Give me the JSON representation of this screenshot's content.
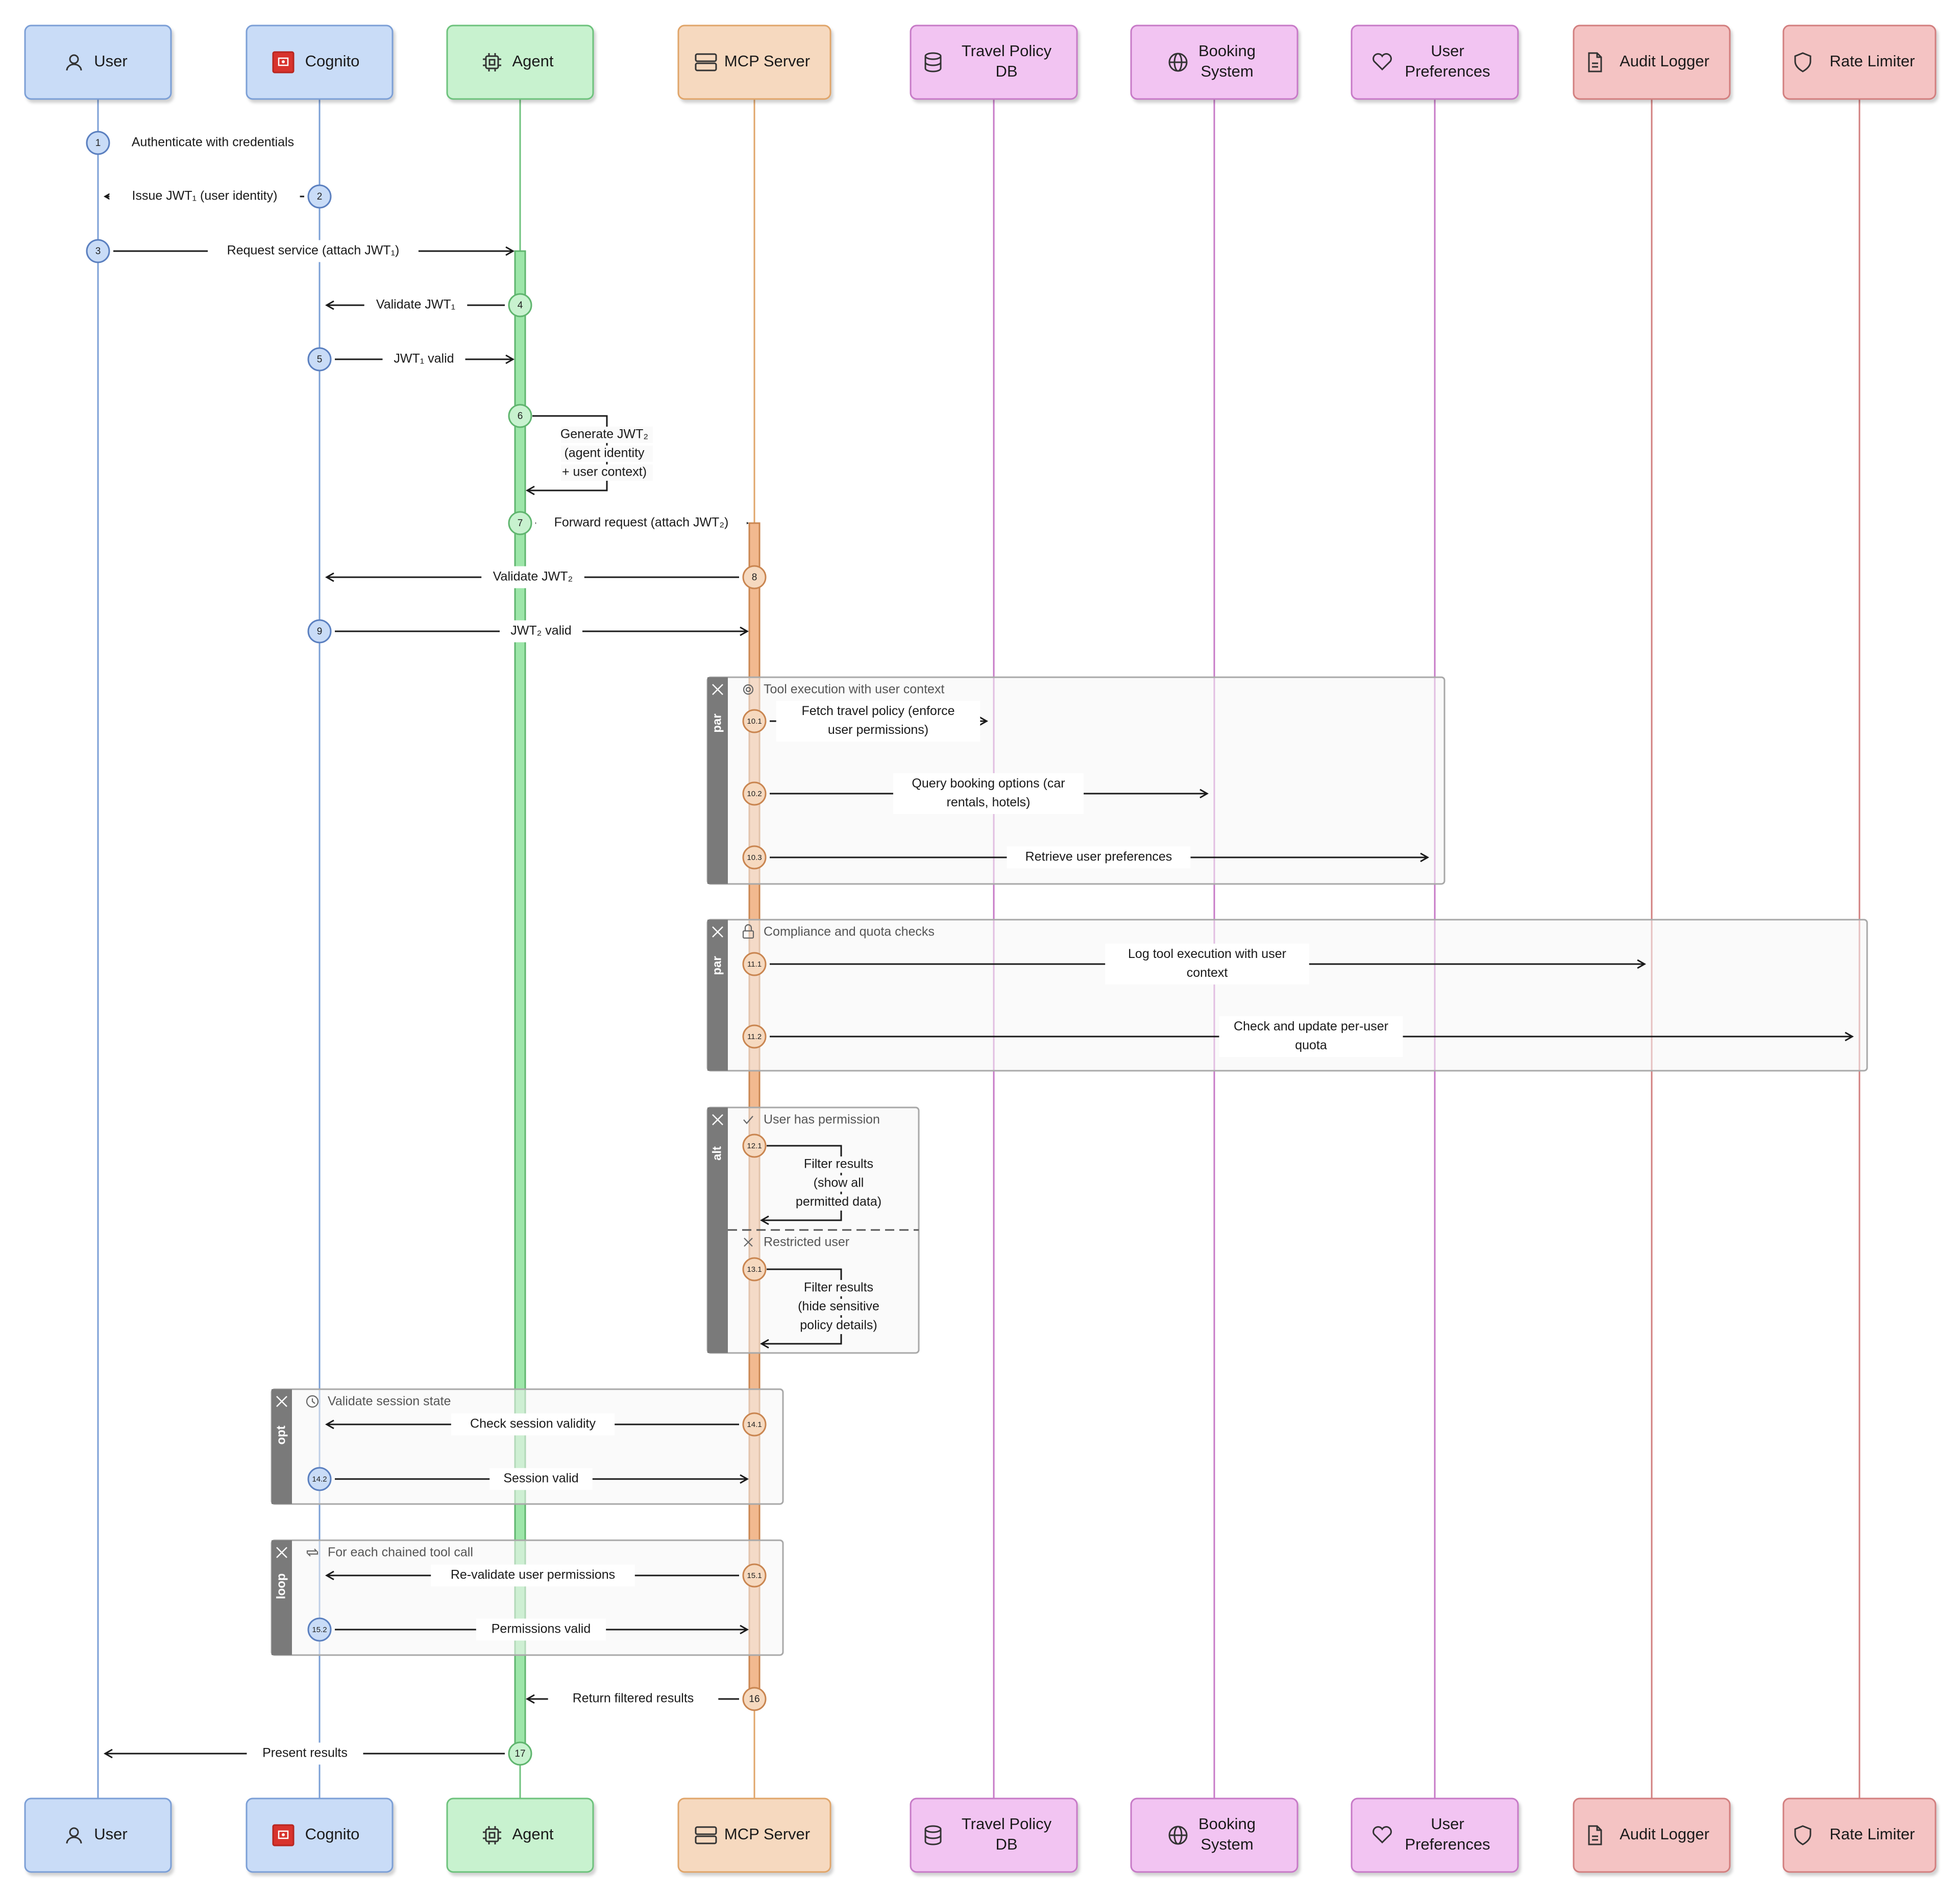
{
  "participants": [
    {
      "id": "user",
      "lines": [
        "User"
      ],
      "icon": "user-icon",
      "fill": "#c9dcf7",
      "stroke": "#7b9fd6",
      "life": "#7b9fd6"
    },
    {
      "id": "cognito",
      "lines": [
        "Cognito"
      ],
      "icon": "cognito-logo-icon",
      "fill": "#c9dcf7",
      "stroke": "#7b9fd6",
      "life": "#7b9fd6"
    },
    {
      "id": "agent",
      "lines": [
        "Agent"
      ],
      "icon": "chip-icon",
      "fill": "#c8f2cf",
      "stroke": "#6dc27c",
      "life": "#6dc27c"
    },
    {
      "id": "mcp",
      "lines": [
        "MCP Server"
      ],
      "icon": "server-icon",
      "fill": "#f6d9bf",
      "stroke": "#e0a56a",
      "life": "#e0a56a"
    },
    {
      "id": "travel",
      "lines": [
        "Travel Policy",
        "DB"
      ],
      "icon": "database-icon",
      "fill": "#f2c4f2",
      "stroke": "#c77ac7",
      "life": "#c77ac7"
    },
    {
      "id": "booking",
      "lines": [
        "Booking",
        "System"
      ],
      "icon": "globe-icon",
      "fill": "#f2c4f2",
      "stroke": "#c77ac7",
      "life": "#c77ac7"
    },
    {
      "id": "prefs",
      "lines": [
        "User",
        "Preferences"
      ],
      "icon": "heart-icon",
      "fill": "#f2c4f2",
      "stroke": "#c77ac7",
      "life": "#c77ac7"
    },
    {
      "id": "audit",
      "lines": [
        "Audit Logger"
      ],
      "icon": "document-icon",
      "fill": "#f4c3c3",
      "stroke": "#d27f7f",
      "life": "#d27f7f"
    },
    {
      "id": "rate",
      "lines": [
        "Rate Limiter"
      ],
      "icon": "shield-icon",
      "fill": "#f4c3c3",
      "stroke": "#d27f7f",
      "life": "#d27f7f"
    }
  ],
  "messages": [
    {
      "num": "1",
      "from": "user",
      "to": "cognito",
      "label": "Authenticate with credentials"
    },
    {
      "num": "2",
      "from": "cognito",
      "to": "user",
      "label": "Issue JWT₁ (user identity)"
    },
    {
      "num": "3",
      "from": "user",
      "to": "agent",
      "label": "Request service (attach JWT₁)"
    },
    {
      "num": "4",
      "from": "agent",
      "to": "cognito",
      "label": "Validate JWT₁"
    },
    {
      "num": "5",
      "from": "cognito",
      "to": "agent",
      "label": "JWT₁ valid"
    },
    {
      "num": "6",
      "from": "agent",
      "to": "agent",
      "label": [
        "Generate JWT₂",
        "(agent identity",
        "+ user context)"
      ]
    },
    {
      "num": "7",
      "from": "agent",
      "to": "mcp",
      "label": "Forward request (attach JWT₂)"
    },
    {
      "num": "8",
      "from": "mcp",
      "to": "cognito",
      "label": "Validate JWT₂"
    },
    {
      "num": "9",
      "from": "cognito",
      "to": "mcp",
      "label": "JWT₂ valid"
    },
    {
      "num": "10.1",
      "from": "mcp",
      "to": "travel",
      "label": [
        "Fetch travel policy (enforce",
        "user permissions)"
      ]
    },
    {
      "num": "10.2",
      "from": "mcp",
      "to": "booking",
      "label": [
        "Query booking options (car",
        "rentals, hotels)"
      ]
    },
    {
      "num": "10.3",
      "from": "mcp",
      "to": "prefs",
      "label": "Retrieve user preferences"
    },
    {
      "num": "11.1",
      "from": "mcp",
      "to": "audit",
      "label": [
        "Log tool execution with user",
        "context"
      ]
    },
    {
      "num": "11.2",
      "from": "mcp",
      "to": "rate",
      "label": [
        "Check and update per-user",
        "quota"
      ]
    },
    {
      "num": "12.1",
      "from": "mcp",
      "to": "mcp",
      "label": [
        "Filter results",
        "(show all",
        "permitted data)"
      ]
    },
    {
      "num": "13.1",
      "from": "mcp",
      "to": "mcp",
      "label": [
        "Filter results",
        "(hide sensitive",
        "policy details)"
      ]
    },
    {
      "num": "14.1",
      "from": "mcp",
      "to": "cognito",
      "label": "Check session validity"
    },
    {
      "num": "14.2",
      "from": "cognito",
      "to": "mcp",
      "label": "Session valid"
    },
    {
      "num": "15.1",
      "from": "mcp",
      "to": "cognito",
      "label": "Re-validate user permissions"
    },
    {
      "num": "15.2",
      "from": "cognito",
      "to": "mcp",
      "label": "Permissions valid"
    },
    {
      "num": "16",
      "from": "mcp",
      "to": "agent",
      "label": "Return filtered results"
    },
    {
      "num": "17",
      "from": "agent",
      "to": "user",
      "label": "Present results"
    }
  ],
  "fragments": [
    {
      "id": "par-tool-execution",
      "kind": "par",
      "title": "Tool execution with user context",
      "icon": "gear-icon"
    },
    {
      "id": "par-compliance",
      "kind": "par",
      "title": "Compliance and quota checks",
      "icon": "lock-icon"
    },
    {
      "id": "alt-permission",
      "kind": "alt",
      "title": "User has permission",
      "icon": "check-icon",
      "else_title": "Restricted user",
      "else_icon": "x-icon"
    },
    {
      "id": "opt-session",
      "kind": "opt",
      "title": "Validate session state",
      "icon": "clock-icon"
    },
    {
      "id": "loop-chained",
      "kind": "loop",
      "title": "For each chained tool call",
      "icon": "repeat-icon"
    }
  ]
}
